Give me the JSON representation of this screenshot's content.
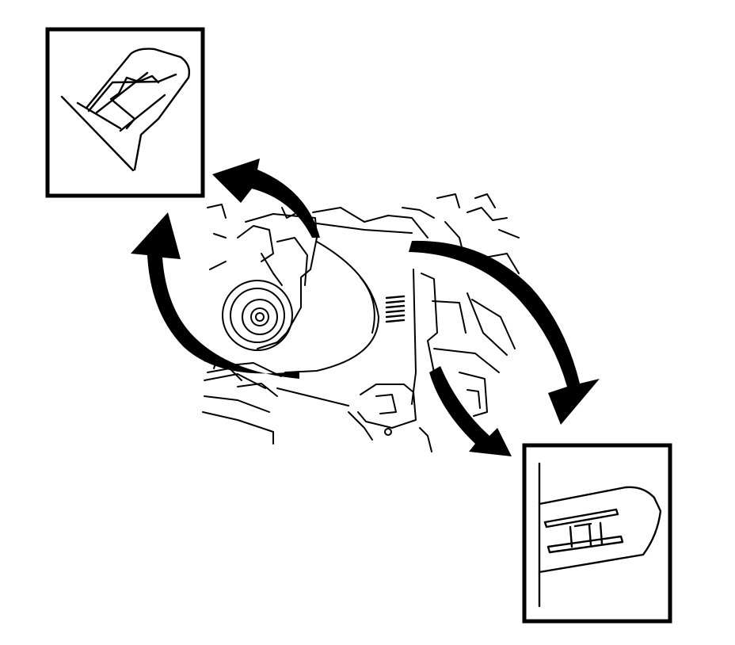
{
  "diagram": {
    "line_color": "#000000",
    "background_color": "#ffffff",
    "callouts": [
      {
        "id": "upper-left",
        "depicts": "clip-tab-detail"
      },
      {
        "id": "lower-right",
        "depicts": "clip-slot-detail"
      }
    ],
    "arrows": [
      {
        "id": "arrow-upper-left-small",
        "icon": "curved-arrow-icon"
      },
      {
        "id": "arrow-upper-left-large",
        "icon": "curved-arrow-icon"
      },
      {
        "id": "arrow-right-large",
        "icon": "curved-arrow-icon"
      },
      {
        "id": "arrow-right-small",
        "icon": "curved-arrow-icon"
      }
    ]
  }
}
